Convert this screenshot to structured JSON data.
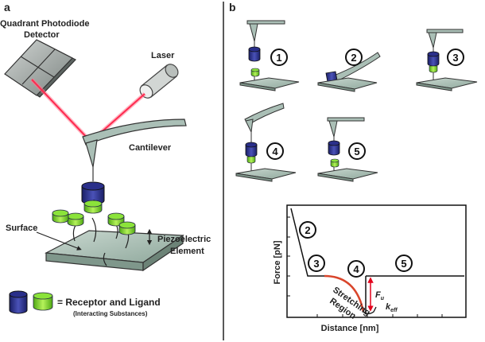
{
  "panel_a": {
    "letter": "a",
    "detector_line1": "Quadrant Photodiode",
    "detector_line2": "Detector",
    "laser": "Laser",
    "cantilever": "Cantilever",
    "surface": "Surface",
    "piezo_line1": "Piezoelectric",
    "piezo_line2": "Element",
    "legend_main": "= Receptor and Ligand",
    "legend_sub": "(Interacting Substances)"
  },
  "panel_b": {
    "letter": "b",
    "steps": [
      "1",
      "2",
      "3",
      "4",
      "5"
    ]
  },
  "graph": {
    "xlabel": "Distance [nm]",
    "ylabel": "Force [pN]",
    "stretch_line1": "Stretching",
    "stretch_line2": "Region",
    "fu": "F",
    "fu_sub": "u",
    "keff": "k",
    "keff_sub": "eff",
    "markers": [
      "2",
      "3",
      "4",
      "5"
    ]
  },
  "colors": {
    "laser": "#ff3355",
    "receptor": "#2a2f8a",
    "ligand": "#7ed321",
    "surface": "#a9bfb5",
    "stretch": "#d9452b",
    "fu_arrow": "#e3001b"
  }
}
